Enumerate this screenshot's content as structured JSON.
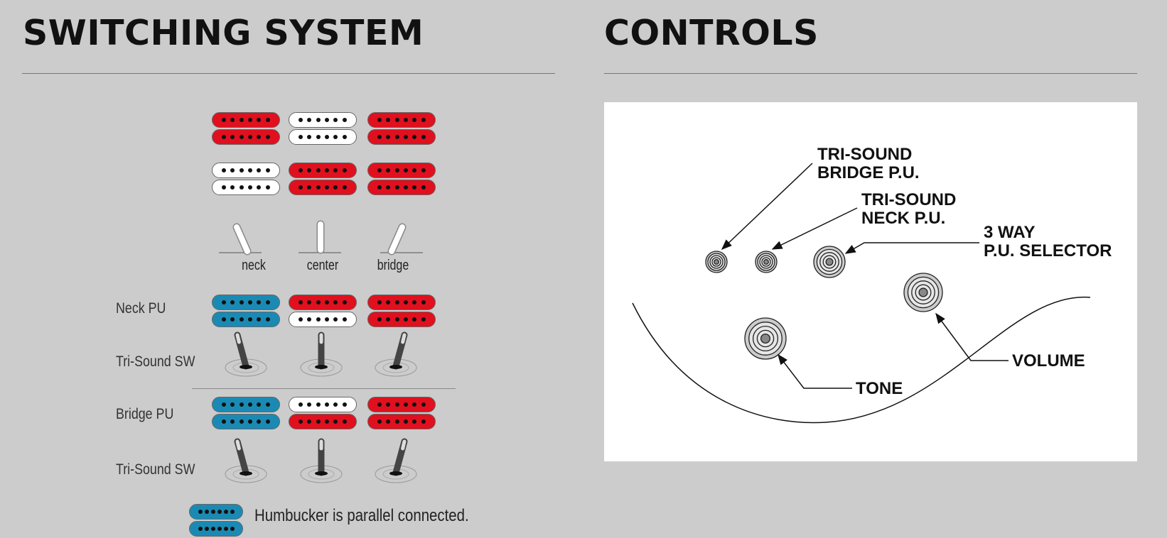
{
  "switching": {
    "title": "SWITCHING SYSTEM",
    "colors": {
      "red": "#e0101e",
      "white": "#ffffff",
      "blue": "#1a8ab4"
    },
    "top_rows": [
      [
        "red",
        "red",
        "white",
        "white",
        "red",
        "red"
      ],
      [
        "white",
        "white",
        "red",
        "red",
        "red",
        "red"
      ]
    ],
    "positions": [
      "neck",
      "center",
      "bridge"
    ],
    "neck_label": "Neck PU",
    "neck_row": [
      [
        "blue",
        "blue"
      ],
      [
        "red",
        "white"
      ],
      [
        "red",
        "red"
      ]
    ],
    "trisound_label_1": "Tri-Sound SW",
    "bridge_label": "Bridge PU",
    "bridge_row": [
      [
        "blue",
        "blue"
      ],
      [
        "white",
        "red"
      ],
      [
        "red",
        "red"
      ]
    ],
    "trisound_label_2": "Tri-Sound SW",
    "legend": "Humbucker is parallel connected."
  },
  "controls": {
    "title": "CONTROLS",
    "labels": {
      "bridge_1": "TRI-SOUND",
      "bridge_2": "BRIDGE P.U.",
      "neck_1": "TRI-SOUND",
      "neck_2": "NECK P.U.",
      "sel_1": "3 WAY",
      "sel_2": "P.U. SELECTOR",
      "volume": "VOLUME",
      "tone": "TONE"
    }
  }
}
